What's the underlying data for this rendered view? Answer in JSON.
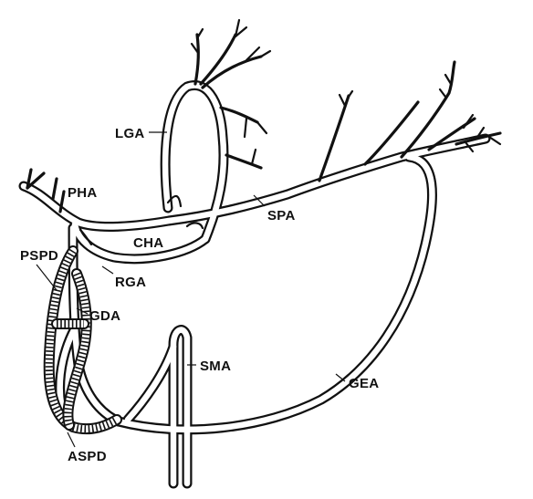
{
  "labels": {
    "lga": "LGA",
    "pha": "PHA",
    "cha": "CHA",
    "spa": "SPA",
    "pspd": "PSPD",
    "rga": "RGA",
    "gda": "GDA",
    "sma": "SMA",
    "gea": "GEA",
    "aspd": "ASPD"
  }
}
